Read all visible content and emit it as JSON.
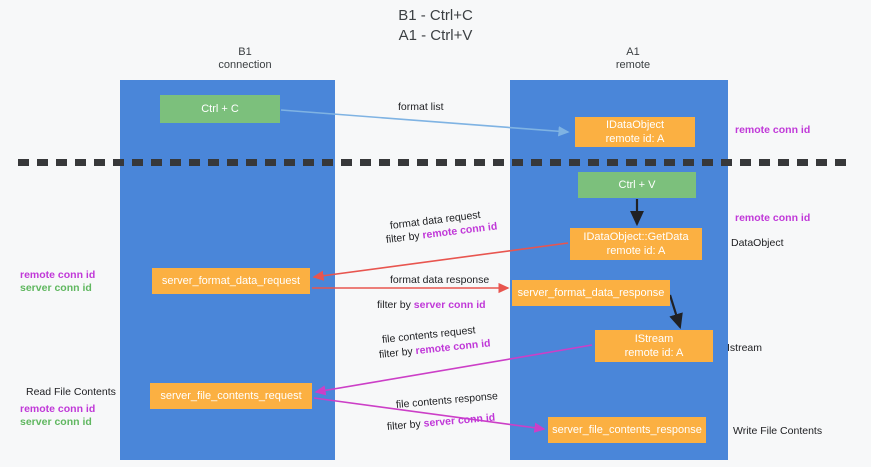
{
  "title": "B1 - Ctrl+C\nA1 - Ctrl+V",
  "columns": {
    "left": "B1\nconnection",
    "right": "A1\nremote"
  },
  "nodes": {
    "ctrl_c": "Ctrl + C",
    "data_object": "IDataObject\nremote id: A",
    "ctrl_v": "Ctrl + V",
    "get_data": "IDataObject::GetData\nremote id: A",
    "server_format_data_request": "server_format_data_request",
    "server_format_data_response": "server_format_data_response",
    "istream": "IStream\nremote id: A",
    "server_file_contents_request": "server_file_contents_request",
    "server_file_contents_response": "server_file_contents_response"
  },
  "edge_labels": {
    "format_list": "format list",
    "format_data_request": "format data request",
    "format_data_request_filter_prefix": "filter by ",
    "format_data_request_filter_key": "remote conn id",
    "format_data_response": "format data response",
    "format_data_response_filter_prefix": "filter by ",
    "format_data_response_filter_key": "server conn id",
    "file_contents_request": "file contents request",
    "file_contents_request_filter_prefix": "filter by ",
    "file_contents_request_filter_key": "remote conn id",
    "file_contents_response": "file contents response",
    "file_contents_response_filter_prefix": "filter by ",
    "file_contents_response_filter_key": "server conn id"
  },
  "margin_notes": {
    "left_remote_conn_id": "remote conn id",
    "left_server_conn_id": "server conn id",
    "read_file_contents": "Read File Contents",
    "left_remote_conn_id_2": "remote conn id",
    "left_server_conn_id_2": "server conn id",
    "right_remote_conn_id_1": "remote conn id",
    "right_remote_conn_id_2": "remote conn id",
    "right_dataobject": "DataObject",
    "right_istream": "Istream",
    "right_write_file_contents": "Write File Contents"
  },
  "colors": {
    "lane": "#4a86d9",
    "node_green": "#7cc07c",
    "node_orange": "#fbb042",
    "highlight_remote": "#c038d8",
    "highlight_server": "#60b760",
    "arrow_blue": "#7fb3e3",
    "arrow_red": "#e8554f",
    "arrow_magenta": "#cc3fc7",
    "arrow_black": "#202124",
    "divider": "#37383a",
    "background": "#f7f8f9"
  }
}
